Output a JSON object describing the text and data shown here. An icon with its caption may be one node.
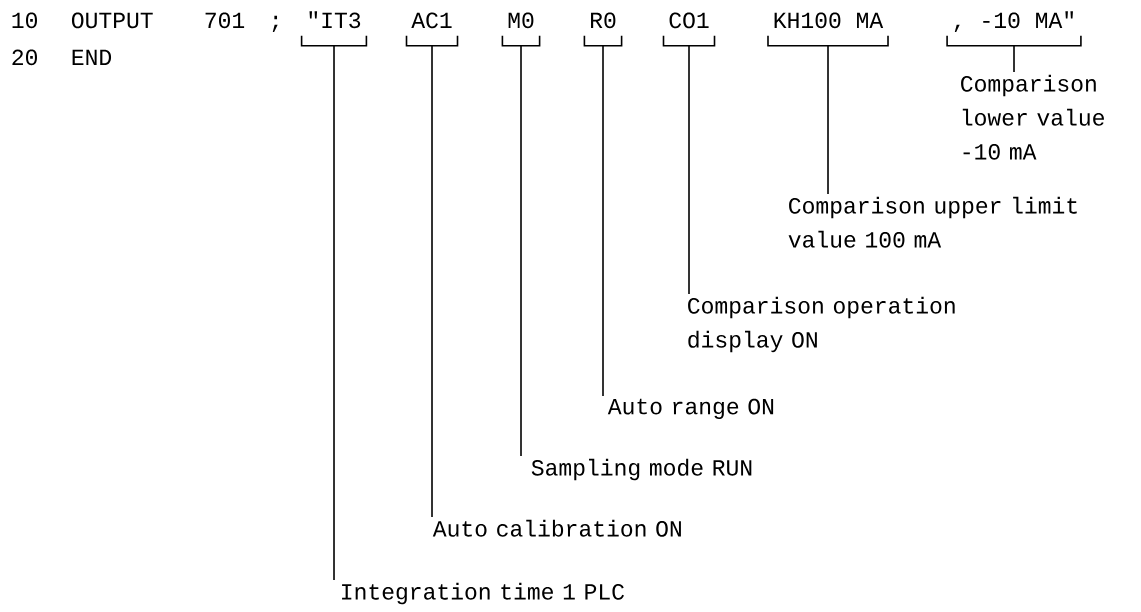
{
  "diagram": {
    "nodes": [
      {
        "text": [
          "\"IT3"
        ]
      },
      {
        "text": [
          "AC1"
        ]
      },
      {
        "text": [
          "M0"
        ]
      },
      {
        "text": [
          "R0"
        ]
      },
      {
        "text": [
          "CO1"
        ]
      },
      {
        "text": [
          "KH100 MA"
        ]
      },
      {
        "text": [
          ", -10 MA\""
        ]
      },
      {
        "text": [
          "Comparison lower value -10 mA"
        ]
      },
      {
        "text": [
          "Comparison upper limit value 100 mA"
        ]
      },
      {
        "text": [
          "Comparison operation display ON"
        ]
      },
      {
        "text": [
          "Auto range ON"
        ]
      },
      {
        "text": [
          "Sampling mode RUN"
        ]
      },
      {
        "text": [
          "Auto calibration ON"
        ]
      },
      {
        "text": [
          "Integration time 1 PLC"
        ]
      }
    ],
    "edges": [
      {
        "from": 7,
        "to": 6,
        "arrow": "none"
      },
      {
        "from": 8,
        "to": 5,
        "arrow": "none"
      },
      {
        "from": 9,
        "to": 4,
        "arrow": "none"
      },
      {
        "from": 10,
        "to": 3,
        "arrow": "none"
      },
      {
        "from": 11,
        "to": 2,
        "arrow": "none"
      },
      {
        "from": 12,
        "to": 1,
        "arrow": "none"
      },
      {
        "from": 13,
        "to": 0,
        "arrow": "none"
      }
    ],
    "labels": [
      "10",
      "OUTPUT",
      "701",
      ";",
      "20",
      "END"
    ]
  }
}
